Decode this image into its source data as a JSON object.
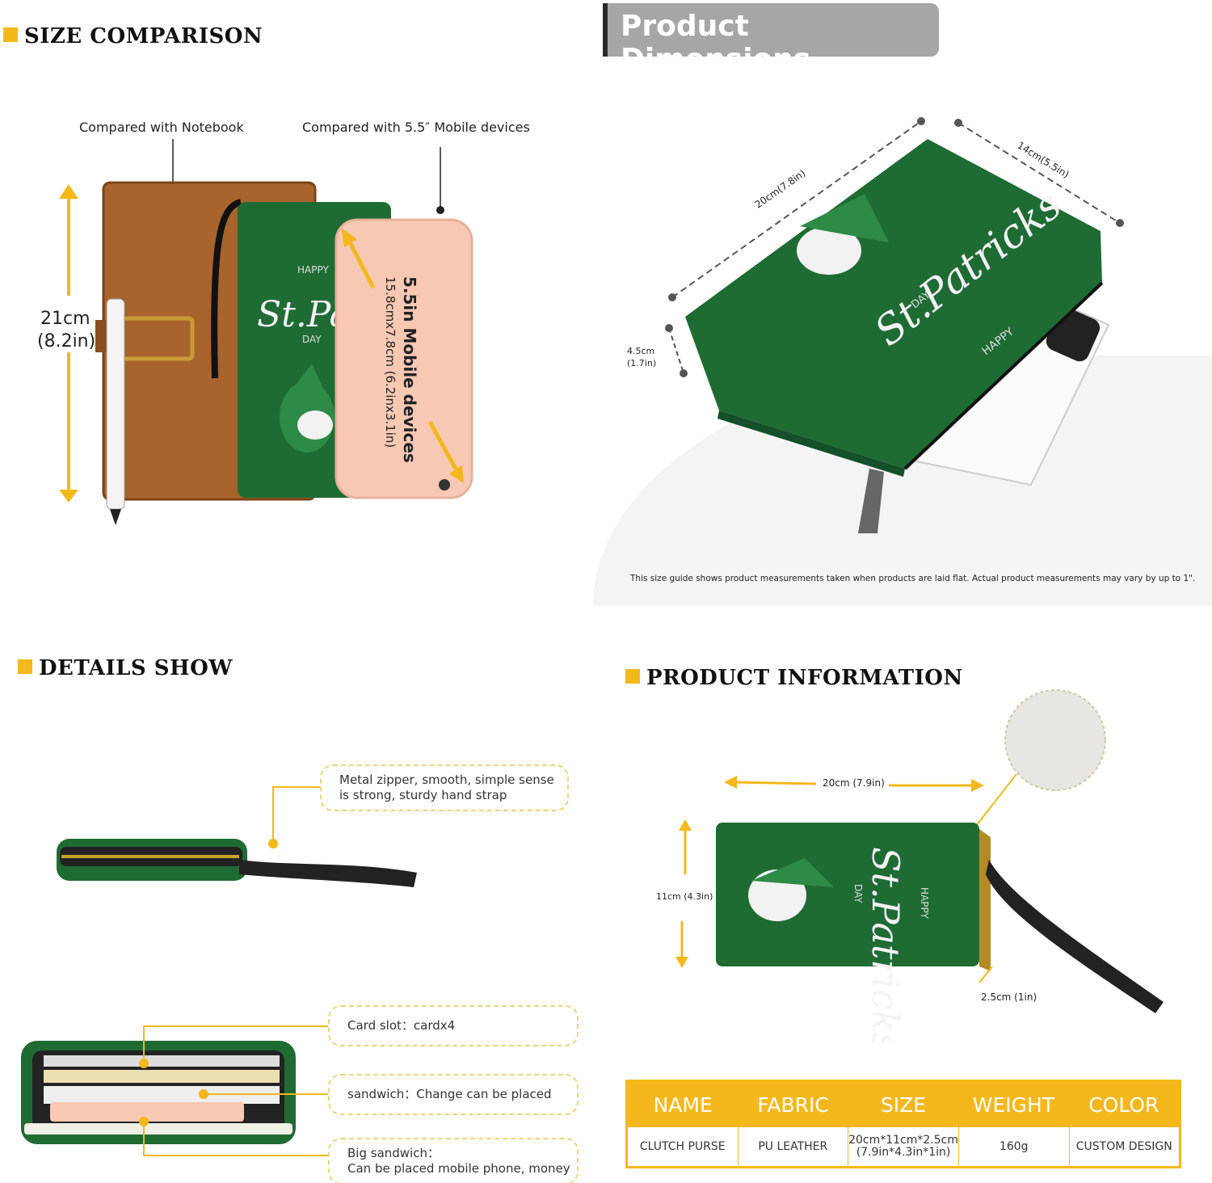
{
  "size_comparison": {
    "title": "SIZE COMPARISON",
    "label_notebook": "Compared with Notebook",
    "label_mobile": "Compared with 5.5″ Mobile devices",
    "height_cm": "21cm",
    "height_in": "(8.2in)",
    "phone_line1": "5.5in  Mobile devices",
    "phone_line2": "15.8cmx7.8cm  (6.2inx3.1in)",
    "purse_text": "St.Pat",
    "purse_happy": "HAPPY",
    "purse_day": "DAY"
  },
  "product_dimensions": {
    "title": "Product Dimensions",
    "length": "20cm(7.8in)",
    "width": "14cm(5.5in)",
    "depth_cm": "4.5cm",
    "depth_in": "(1.7in)",
    "purse_text": "St.Patricks",
    "purse_happy": "HAPPY",
    "purse_day": "DAY",
    "note": "This size guide shows product measurements taken when products are laid flat. Actual product measurements may vary by up to 1\"."
  },
  "details_show": {
    "title": "DETAILS SHOW",
    "callout_zipper_1": "Metal zipper, smooth, simple sense",
    "callout_zipper_2": "is strong,  sturdy  hand  strap",
    "callout_card": "Card slot：cardx4",
    "callout_sandwich": "sandwich：Change can be placed",
    "callout_big_1": "Big sandwich：",
    "callout_big_2": "Can be placed mobile phone, money"
  },
  "product_information": {
    "title": "PRODUCT INFORMATION",
    "width": "20cm (7.9in)",
    "height": "11cm (4.3in)",
    "depth": "2.5cm (1in)",
    "purse_text": "St.Patricks",
    "purse_happy": "HAPPY",
    "purse_day": "DAY",
    "table": {
      "headers": [
        "NAME",
        "FABRIC",
        "SIZE",
        "WEIGHT",
        "COLOR"
      ],
      "name": "CLUTCH  PURSE",
      "fabric": "PU LEATHER",
      "size_1": "20cm*11cm*2.5cm",
      "size_2": "(7.9in*4.3in*1in)",
      "weight": "160g",
      "color": "CUSTOM DESIGN"
    }
  },
  "colors": {
    "accent": "#f4b81c",
    "purse_green": "#1f6b34",
    "leather": "#a8642c",
    "phone_pink": "#f7c8b4"
  }
}
